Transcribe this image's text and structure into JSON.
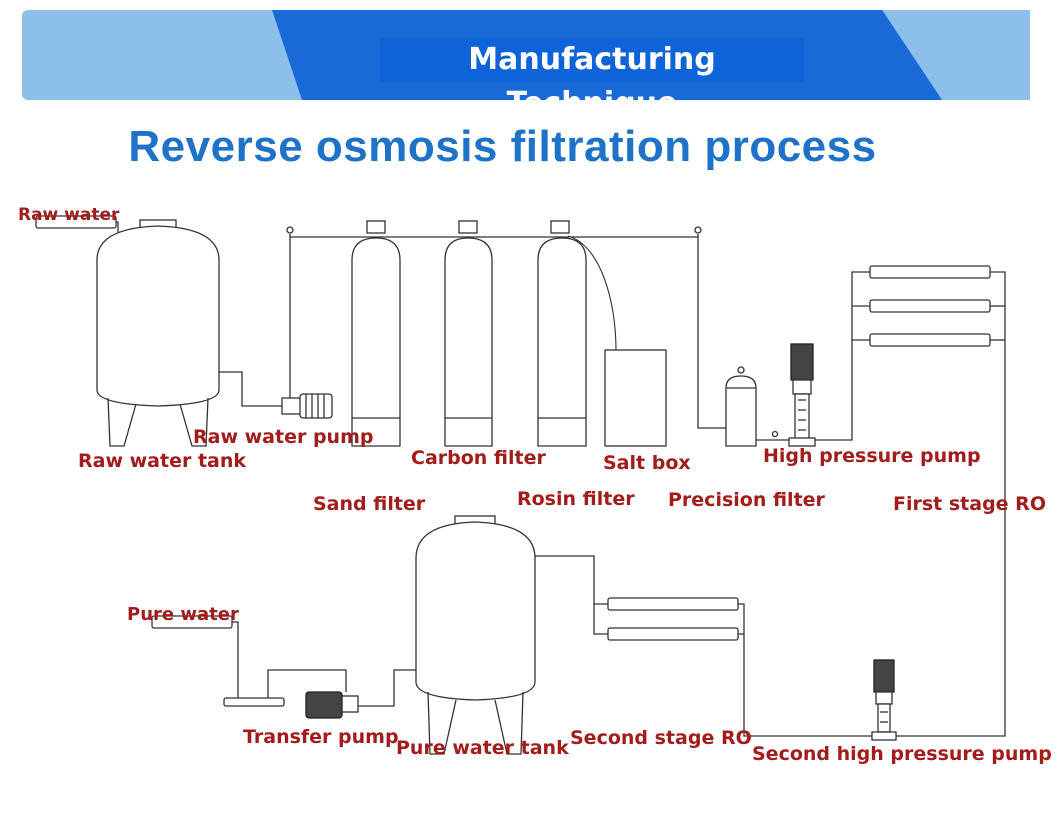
{
  "banner": {
    "title": "Manufacturing Technique",
    "colors": {
      "light": "#7fb7e6",
      "dark": "#1565d4",
      "text_bg": "#0f63d8"
    }
  },
  "title": "Reverse osmosis filtration process",
  "labels": {
    "raw_water": "Raw water",
    "raw_water_tank": "Raw water tank",
    "raw_water_pump": "Raw water pump",
    "sand_filter": "Sand filter",
    "carbon_filter": "Carbon filter",
    "rosin_filter": "Rosin filter",
    "salt_box": "Salt box",
    "precision_filter": "Precision filter",
    "high_pressure_pump": "High pressure pump",
    "first_stage_ro": "First stage RO",
    "pure_water": "Pure water",
    "transfer_pump": "Transfer pump",
    "pure_water_tank": "Pure water tank",
    "second_stage_ro": "Second stage RO",
    "second_high_pressure_pump": "Second high pressure pump"
  },
  "colors": {
    "title": "#1e72c8",
    "label": "#a31c1c",
    "line": "#333333"
  }
}
